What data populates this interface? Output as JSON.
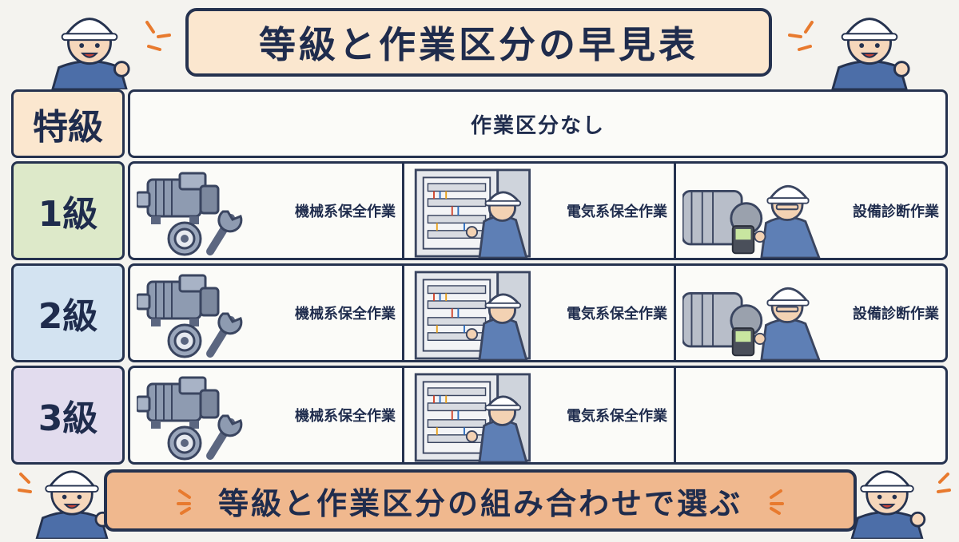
{
  "title": "等級と作業区分の早見表",
  "footer": "等級と作業区分の組み合わせで選ぶ",
  "grades": {
    "special": {
      "label": "特級",
      "work": "作業区分なし"
    },
    "g1": {
      "label": "1級",
      "works": [
        "機械系保全作業",
        "電気系保全作業",
        "設備診断作業"
      ]
    },
    "g2": {
      "label": "2級",
      "works": [
        "機械系保全作業",
        "電気系保全作業",
        "設備診断作業"
      ]
    },
    "g3": {
      "label": "3級",
      "works": [
        "機械系保全作業",
        "電気系保全作業",
        ""
      ]
    }
  },
  "colors": {
    "navy": "#25324f",
    "title_bg": "#fbe7cf",
    "footer_bg": "#f0b88e",
    "grade1": "#dde9c9",
    "grade2": "#d3e3f1",
    "grade3": "#e2dcee",
    "accent": "#e87a2e"
  },
  "icons": [
    "gear-motor-icon",
    "wrench-icon",
    "bearing-icon",
    "electrical-panel-icon",
    "worker-icon",
    "vibration-meter-icon",
    "mascot-worker-icon"
  ]
}
